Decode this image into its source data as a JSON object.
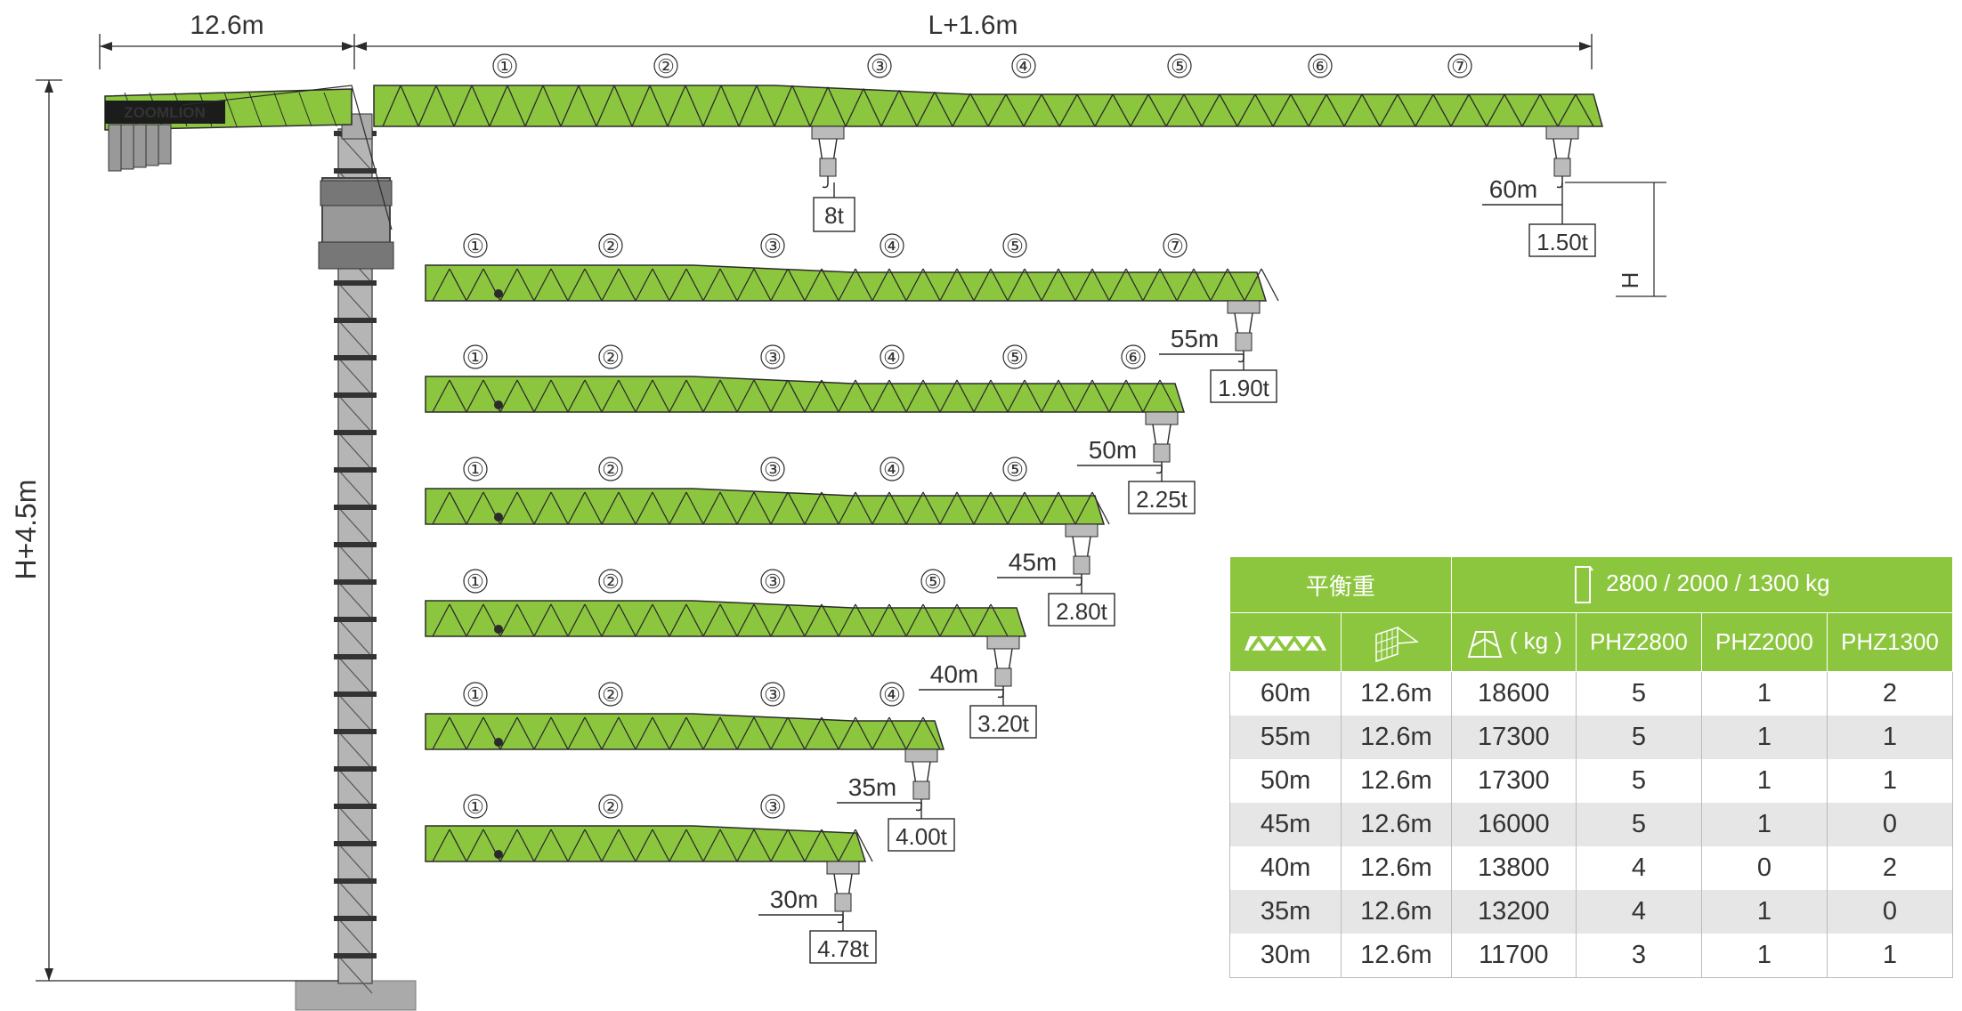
{
  "top_dims": {
    "rear": "12.6m",
    "front": "L+1.6m"
  },
  "height_dim": "H+4.5m",
  "hook_height_label": "H",
  "brand": "ZOOMLION",
  "colors": {
    "boom": "#8cc63f",
    "mast": "#b5b5b5",
    "table_header": "#8cc63f"
  },
  "main_jib": {
    "sections": [
      "①",
      "②",
      "③",
      "④",
      "⑤",
      "⑥",
      "⑦"
    ],
    "max_radius": "60m",
    "tip_load": "1.50t",
    "max_load": "8t"
  },
  "jib_configs": [
    {
      "sections": [
        "①",
        "②",
        "③",
        "④",
        "⑤",
        "⑦"
      ],
      "radius": "55m",
      "load": "1.90t"
    },
    {
      "sections": [
        "①",
        "②",
        "③",
        "④",
        "⑤",
        "⑥"
      ],
      "radius": "50m",
      "load": "2.25t"
    },
    {
      "sections": [
        "①",
        "②",
        "③",
        "④",
        "⑤"
      ],
      "radius": "45m",
      "load": "2.80t"
    },
    {
      "sections": [
        "①",
        "②",
        "③",
        "⑤"
      ],
      "radius": "40m",
      "load": "3.20t"
    },
    {
      "sections": [
        "①",
        "②",
        "③",
        "④"
      ],
      "radius": "35m",
      "load": "4.00t"
    },
    {
      "sections": [
        "①",
        "②",
        "③"
      ],
      "radius": "30m",
      "load": "4.78t"
    }
  ],
  "table": {
    "title": "平衡重",
    "weight_header": "2800 / 2000 / 1300 kg",
    "jib_icon": "jib-icon",
    "counterjib_icon": "counterjib-icon",
    "counterweight_icon": "counterweight-icon",
    "kg_label": "( kg )",
    "columns": [
      "PHZ2800",
      "PHZ2000",
      "PHZ1300"
    ],
    "rows": [
      [
        "60m",
        "12.6m",
        "18600",
        "5",
        "1",
        "2"
      ],
      [
        "55m",
        "12.6m",
        "17300",
        "5",
        "1",
        "1"
      ],
      [
        "50m",
        "12.6m",
        "17300",
        "5",
        "1",
        "1"
      ],
      [
        "45m",
        "12.6m",
        "16000",
        "5",
        "1",
        "0"
      ],
      [
        "40m",
        "12.6m",
        "13800",
        "4",
        "0",
        "2"
      ],
      [
        "35m",
        "12.6m",
        "13200",
        "4",
        "1",
        "0"
      ],
      [
        "30m",
        "12.6m",
        "11700",
        "3",
        "1",
        "1"
      ]
    ]
  }
}
